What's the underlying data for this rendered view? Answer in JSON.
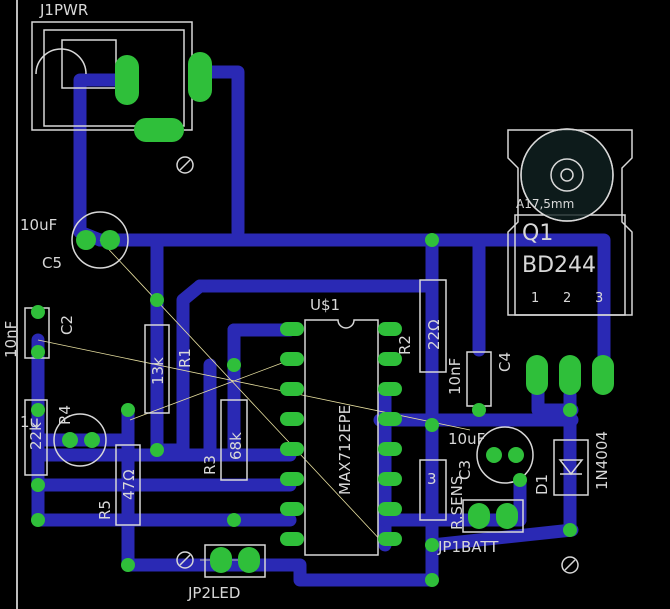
{
  "labels": {
    "j1pwr": "J1PWR",
    "c5_value": "10uF",
    "c5_name": "C5",
    "c2_value": "10nF",
    "c2_name": "C2",
    "r1_name": "R1",
    "r1_value": "13k",
    "r2_name": "R2",
    "r2_value": "22Ω",
    "r3_name": "R3",
    "r3_value": "68k",
    "r4_name": "R4",
    "r4_value": "22k",
    "r4_left": "1u",
    "r5_name": "R5",
    "r5_value": "47Ω",
    "c4_value": "10nF",
    "c4_name": "C4",
    "c3_value": "10uF",
    "c3_name": "C3",
    "ic_name": "U$1",
    "ic_value": "MAX712EPE",
    "rsens": "R.SENS",
    "rsens_val": "3",
    "q1_name": "Q1",
    "q1_value": "BD244",
    "q1_pin1": "1",
    "q1_pin2": "2",
    "q1_pin3": "3",
    "heatsink": "A17,5mm",
    "d1_name": "D1",
    "d1_value": "1N4004",
    "jp1": "JP1BATT",
    "jp2": "JP2LED"
  },
  "colors": {
    "background": "#000000",
    "trace": "#2a29b4",
    "pad": "#2fbf3a",
    "silk": "#d8d8d8",
    "airwire": "#e8e0a0",
    "board_edge": "#bdbdbd"
  }
}
